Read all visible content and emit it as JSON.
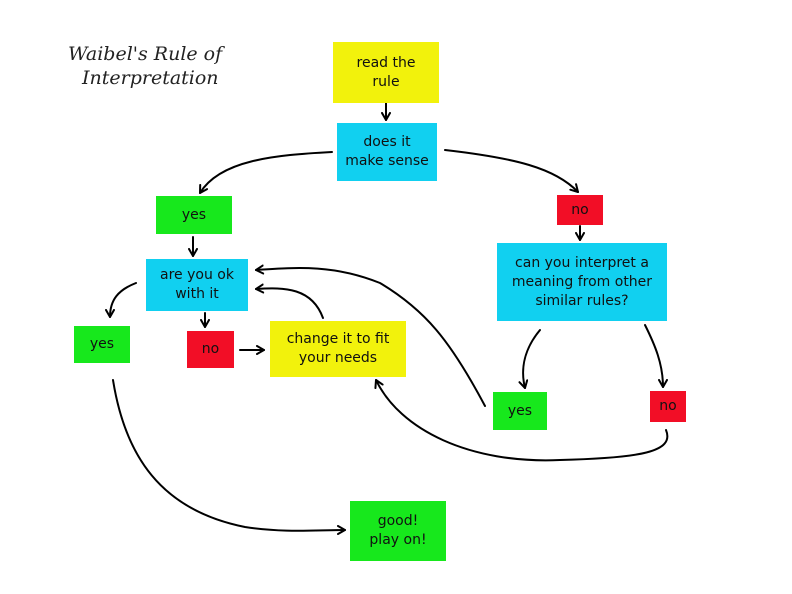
{
  "title": {
    "line1": "Waibel's Rule of",
    "line2": "Interpretation"
  },
  "nodes": {
    "read_rule": {
      "line1": "read the",
      "line2": "rule",
      "color": "#f2f20c"
    },
    "makes_sense": {
      "line1": "does it",
      "line2": "make sense",
      "color": "#11d0f0"
    },
    "yes_top": {
      "label": "yes",
      "color": "#17e81c"
    },
    "no_top": {
      "label": "no",
      "color": "#f20e26"
    },
    "ok_with_it": {
      "line1": "are you ok",
      "line2": "with it",
      "color": "#11d0f0"
    },
    "interpret": {
      "line1": "can you interpret a",
      "line2": "meaning from other",
      "line3": "similar rules?",
      "color": "#11d0f0"
    },
    "yes_left": {
      "label": "yes",
      "color": "#17e81c"
    },
    "no_mid": {
      "label": "no",
      "color": "#f20e26"
    },
    "change_it": {
      "line1": "change it to fit",
      "line2": "your needs",
      "color": "#f2f20c"
    },
    "yes_right": {
      "label": "yes",
      "color": "#17e81c"
    },
    "no_right": {
      "label": "no",
      "color": "#f20e26"
    },
    "good": {
      "line1": "good!",
      "line2": "play on!",
      "color": "#17e81c"
    }
  }
}
